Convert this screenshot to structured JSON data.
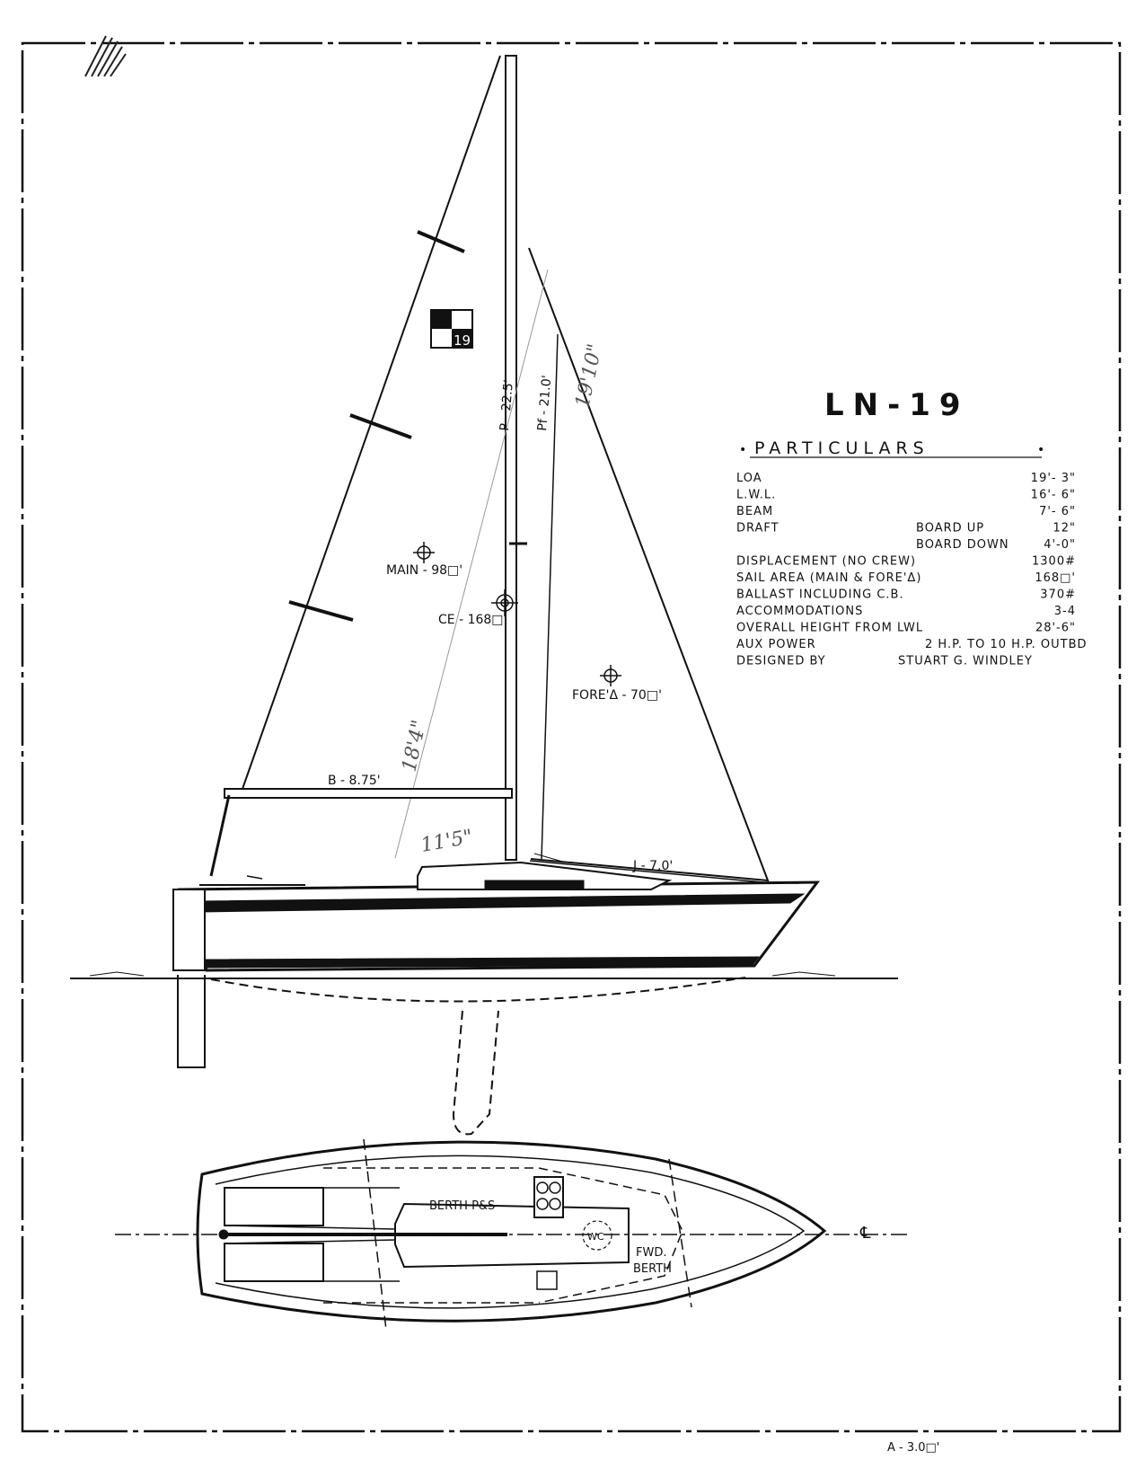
{
  "title": "LN-19",
  "particulars": {
    "heading": "PARTICULARS",
    "rows": [
      {
        "label": "LOA",
        "sub": "",
        "value": "19'- 3\""
      },
      {
        "label": "L.W.L.",
        "sub": "",
        "value": "16'- 6\""
      },
      {
        "label": "BEAM",
        "sub": "",
        "value": "7'- 6\""
      },
      {
        "label": "DRAFT",
        "sub": "BOARD UP",
        "value": "12\""
      },
      {
        "label": "",
        "sub": "BOARD DOWN",
        "value": "4'-0\""
      },
      {
        "label": "DISPLACEMENT (NO CREW)",
        "sub": "",
        "value": "1300#"
      },
      {
        "label": "SAIL AREA (MAIN & FORE'Δ)",
        "sub": "",
        "value": "168□'"
      },
      {
        "label": "BALLAST INCLUDING C.B.",
        "sub": "",
        "value": "370#"
      },
      {
        "label": "ACCOMMODATIONS",
        "sub": "",
        "value": "3-4"
      },
      {
        "label": "OVERALL HEIGHT FROM LWL",
        "sub": "",
        "value": "28'-6\""
      },
      {
        "label": "AUX POWER",
        "sub": "2 H.P. TO 10 H.P. OUTBD",
        "value": ""
      },
      {
        "label": "DESIGNED BY",
        "sub": "STUART G. WINDLEY",
        "value": ""
      }
    ]
  },
  "sail_labels": {
    "p": "P - 22.5'",
    "pf": "Pf - 21.0'",
    "main": "MAIN - 98□'",
    "ce": "CE - 168□'",
    "fore": "FORE'Δ - 70□'",
    "boom": "B - 8.75'",
    "j": "J - 7.0'",
    "sail_number": "19"
  },
  "handwritten": {
    "luff": "19'10\"",
    "leech": "18'4\"",
    "foot": "11'5\""
  },
  "plan_labels": {
    "berth": "BERTH P&S",
    "wc": "WC",
    "fwd_berth_1": "FWD.",
    "fwd_berth_2": "BERTH",
    "centerline": "℄"
  },
  "footer": "A - 3.0□'"
}
